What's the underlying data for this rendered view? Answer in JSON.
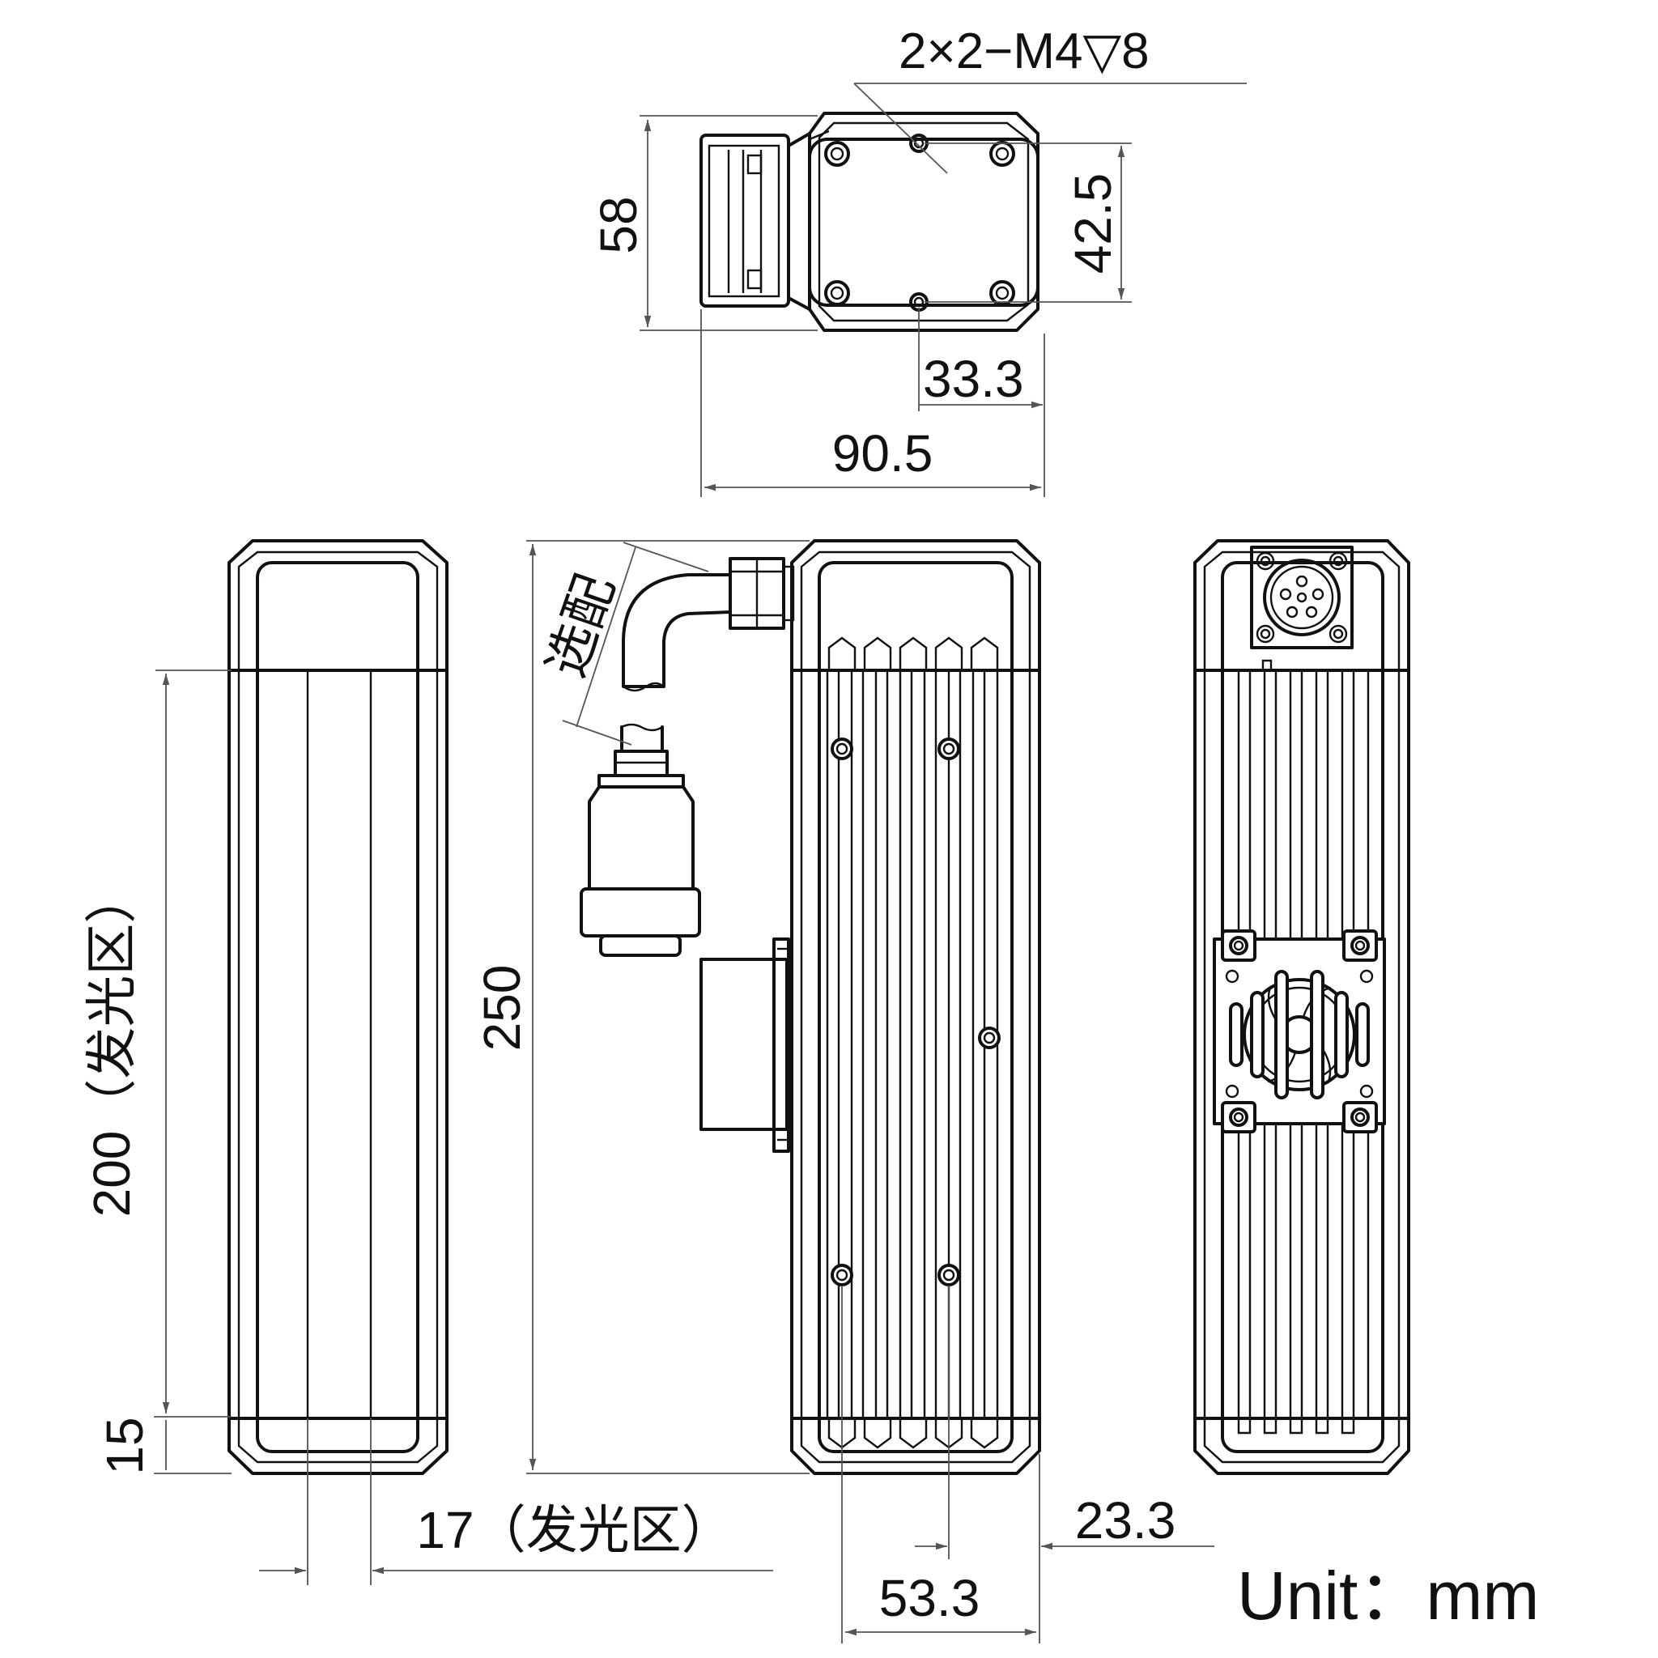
{
  "labels": {
    "thread_spec": "2×2−M4▽8",
    "height_top": "58",
    "hole_spacing_v": "42.5",
    "hole_spacing_h": "33.3",
    "width_top": "90.5",
    "cable_optional": "选配",
    "length_total": "250",
    "emit_length": "200（发光区）",
    "end_margin": "15",
    "emit_width": "17（发光区）",
    "offset_right": "23.3",
    "width_side": "53.3",
    "unit": "Unit：mm"
  },
  "colors": {
    "line": "#111111",
    "dimension_line": "#555555",
    "background": "#ffffff"
  }
}
